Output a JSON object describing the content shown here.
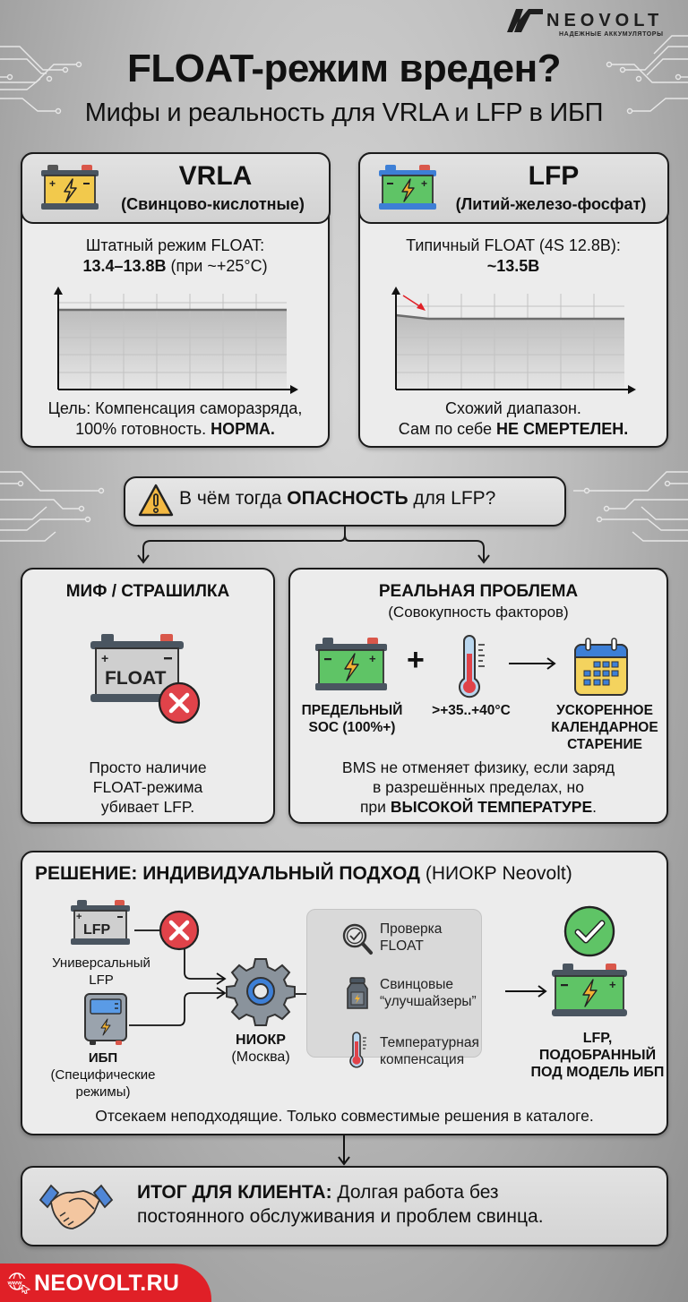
{
  "brand": {
    "name": "NEOVOLT",
    "tagline": "НАДЕЖНЫЕ АККУМУЛЯТОРЫ",
    "website": "NEOVOLT.RU",
    "colors": {
      "red": "#e02027",
      "yellow": "#f2c94c",
      "green": "#5fc466",
      "blue": "#3d7fd6",
      "dark": "#1b1b1b"
    }
  },
  "header": {
    "title": "FLOAT-режим вреден?",
    "subtitle": "Мифы и реальность для VRLA и LFP в ИБП"
  },
  "compare": {
    "vrla": {
      "name": "VRLA",
      "full_name": "(Свинцово-кислотные)",
      "icon": "yellow-battery-icon",
      "line1": "Штатный режим FLOAT:",
      "line2_bold": "13.4–13.8В",
      "line2_rest": " (при ~+25°C)",
      "foot1": "Цель: Компенсация саморазряда,",
      "foot2_plain": "100% готовность. ",
      "foot2_bold": "НОРМА."
    },
    "lfp": {
      "name": "LFP",
      "full_name": "(Литий-железо-фосфат)",
      "icon": "green-battery-icon",
      "line1": "Типичный FLOAT (4S 12.8В):",
      "line2_bold": "~13.5В",
      "foot1": "Схожий диапазон.",
      "foot2_plain": "Сам по себе ",
      "foot2_bold": "НЕ СМЕРТЕЛЕН."
    }
  },
  "question": {
    "icon": "warning-icon",
    "pre": "В чём тогда ",
    "bold": "ОПАСНОСТЬ",
    "post": " для LFP?"
  },
  "myth": {
    "title": "МИФ / СТРАШИЛКА",
    "battery_label": "FLOAT",
    "lines": [
      "Просто наличие",
      "FLOAT-режима",
      "убивает LFP."
    ]
  },
  "problem": {
    "title": "РЕАЛЬНАЯ ПРОБЛЕМА",
    "subtitle": "(Совокупность факторов)",
    "factor1": [
      "ПРЕДЕЛЬНЫЙ",
      "SOC (100%+)"
    ],
    "factor2": ">+35..+40°C",
    "result": [
      "УСКОРЕННОЕ",
      "КАЛЕНДАРНОЕ",
      "СТАРЕНИЕ"
    ],
    "plus": "+",
    "text1": "BMS не отменяет физику, если заряд",
    "text2": "в разрешённых пределах, но",
    "text3_plain": "при ",
    "text3_bold": "ВЫСОКОЙ ТЕМПЕРАТУРЕ",
    "text3_end": "."
  },
  "solution": {
    "title_bold": "РЕШЕНИЕ: ИНДИВИДУАЛЬНЫЙ ПОДХОД",
    "title_rest": " (НИОКР Neovolt)",
    "universal_battery_label": "LFP",
    "universal_label": [
      "Универсальный",
      "LFP"
    ],
    "ups_label_bold": "ИБП",
    "ups_label": [
      "(Специфические",
      "режимы)"
    ],
    "hub_bold": "НИОКР",
    "hub_sub": "(Москва)",
    "checks": [
      {
        "icon": "magnifier-check-icon",
        "lines": [
          "Проверка",
          "FLOAT"
        ]
      },
      {
        "icon": "additive-jar-icon",
        "lines": [
          "Свинцовые",
          "“улучшайзеры”"
        ]
      },
      {
        "icon": "thermometer-icon",
        "lines": [
          "Температурная",
          "компенсация"
        ]
      }
    ],
    "result": [
      "LFP,",
      "ПОДОБРАННЫЙ",
      "ПОД МОДЕЛЬ ИБП"
    ],
    "footer": "Отсекаем неподходящие. Только совместимые решения в каталоге."
  },
  "summary": {
    "icon": "handshake-icon",
    "bold": "ИТОГ ДЛЯ КЛИЕНТА:",
    "line1_rest": " Долгая работа без",
    "line2": "постоянного обслуживания и проблем свинца."
  },
  "chart_data": [
    {
      "type": "area",
      "title": "VRLA FLOAT",
      "description": "Flat float voltage over time",
      "x": [
        0,
        1,
        2,
        3,
        4,
        5,
        6,
        7
      ],
      "values": [
        13.6,
        13.6,
        13.6,
        13.6,
        13.6,
        13.6,
        13.6,
        13.6
      ],
      "xlabel": "",
      "ylabel": "",
      "grid": true
    },
    {
      "type": "area",
      "title": "LFP FLOAT",
      "description": "Slight initial drop then flat float voltage",
      "x": [
        0,
        1,
        2,
        3,
        4,
        5,
        6,
        7
      ],
      "values": [
        13.7,
        13.5,
        13.5,
        13.5,
        13.5,
        13.5,
        13.5,
        13.5
      ],
      "xlabel": "",
      "ylabel": "",
      "grid": true,
      "annotation": "red arrow pointing to initial drop"
    }
  ]
}
